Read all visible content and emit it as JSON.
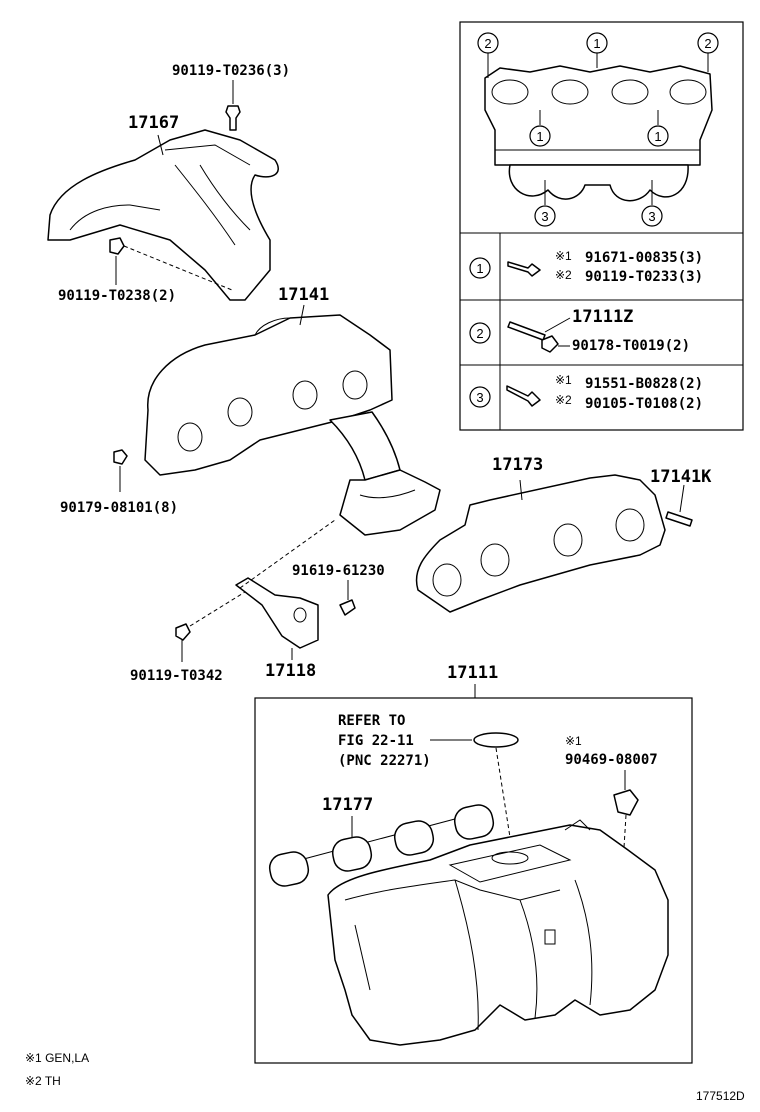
{
  "labels": {
    "bolt_top": "90119-T0236(3)",
    "heat_insulator": "17167",
    "bolt_insulator": "90119-T0238(2)",
    "exhaust_manifold": "17141",
    "nut_manifold": "90179-08101(8)",
    "gasket_exhaust": "17173",
    "stud": "17141K",
    "bolt_bracket_small": "91619-61230",
    "bolt_bracket": "90119-T0342",
    "bracket": "17118",
    "intake_manifold": "17111",
    "refer_line1": "REFER TO",
    "refer_line2": "FIG 22-11",
    "refer_line3": "(PNC 22271)",
    "gasket_intake": "17177",
    "clip_mark": "※1",
    "clip_part": "90469-08007",
    "footnote1": "※1 GEN,LA",
    "footnote2": "※2 TH",
    "figure_code": "177512D"
  },
  "inset": {
    "callouts": [
      "1",
      "2",
      "3"
    ],
    "rows": [
      {
        "num": "1",
        "line1_mark": "※1",
        "line1": "91671-00835(3)",
        "line2_mark": "※2",
        "line2": "90119-T0233(3)"
      },
      {
        "num": "2",
        "line1_mark": "",
        "line1": "17111Z",
        "line2_mark": "",
        "line2": "90178-T0019(2)"
      },
      {
        "num": "3",
        "line1_mark": "※1",
        "line1": "91551-B0828(2)",
        "line2_mark": "※2",
        "line2": "90105-T0108(2)"
      }
    ]
  }
}
